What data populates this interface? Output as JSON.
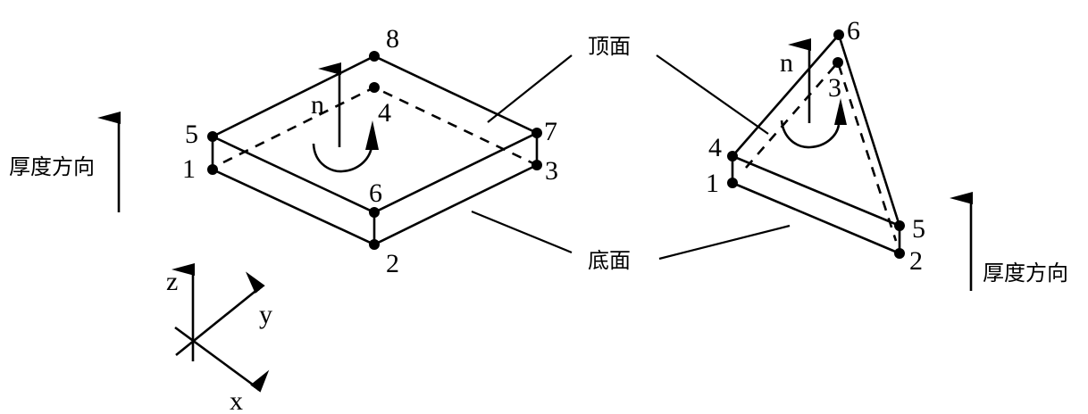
{
  "labels": {
    "top_face": "顶面",
    "bottom_face": "底面",
    "thickness_direction_left": "厚度方向",
    "thickness_direction_right": "厚度方向",
    "normal": "n",
    "normal_right": "n"
  },
  "axes": {
    "x": "x",
    "y": "y",
    "z": "z"
  },
  "quad_element": {
    "nodes": [
      "1",
      "2",
      "3",
      "4",
      "5",
      "6",
      "7",
      "8"
    ]
  },
  "tri_element": {
    "nodes": [
      "1",
      "2",
      "3",
      "4",
      "5",
      "6"
    ]
  }
}
